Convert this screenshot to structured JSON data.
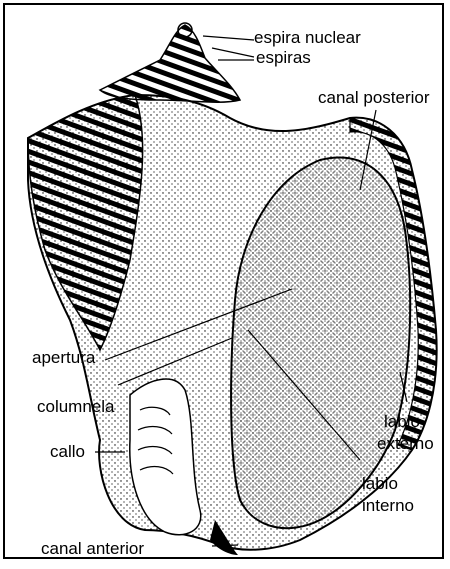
{
  "colors": {
    "ink": "#000000",
    "paper": "#ffffff"
  },
  "labels": {
    "espira_nuclear": "espira nuclear",
    "espiras": "espiras",
    "canal_posterior": "canal posterior",
    "apertura": "apertura",
    "columnela": "columnela",
    "callo": "callo",
    "labio_externo_1": "labio",
    "labio_externo_2": "externo",
    "labio_interno_1": "labio",
    "labio_interno_2": "interno",
    "canal_anterior": "canal anterior"
  }
}
